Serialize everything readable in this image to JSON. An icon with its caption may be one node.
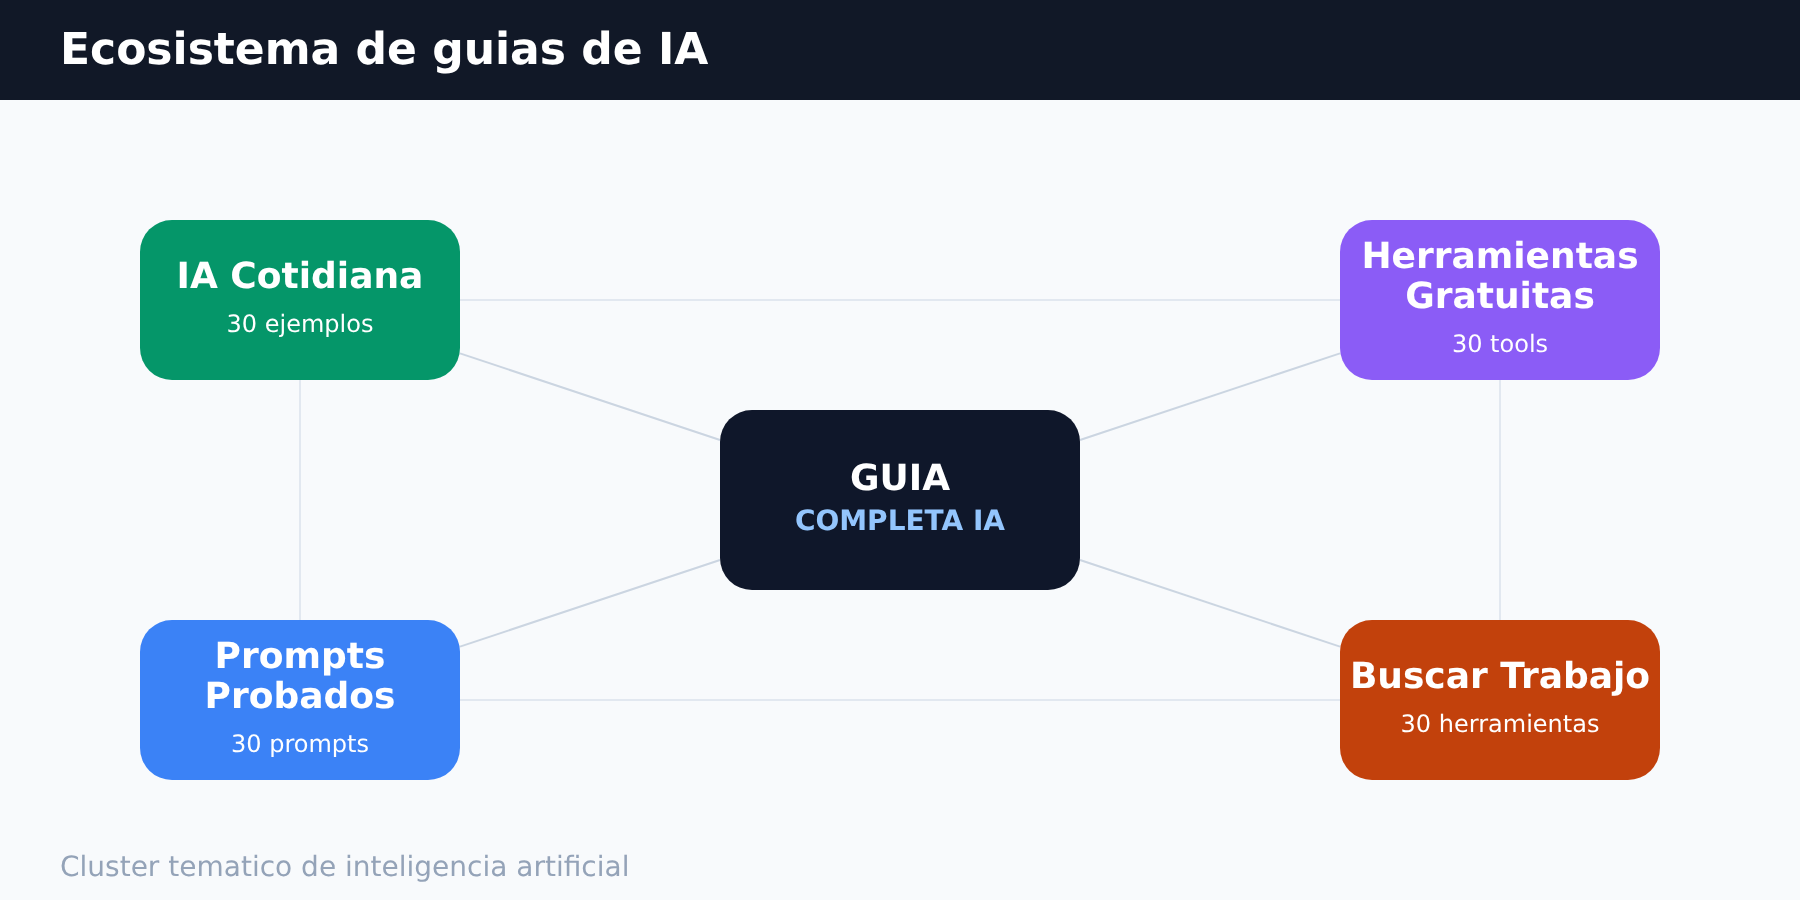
{
  "diagram": {
    "title": "Ecosistema de guias de IA",
    "nodes": [
      {
        "text": [
          "IA Cotidiana",
          "30 ejemplos"
        ]
      },
      {
        "text": [
          "Herramientas Gratuitas",
          "30 tools"
        ]
      },
      {
        "text": [
          "GUIA",
          "COMPLETA IA"
        ]
      },
      {
        "text": [
          "Prompts Probados",
          "30 prompts"
        ]
      },
      {
        "text": [
          "Buscar Trabajo",
          "30 herramientas"
        ]
      }
    ],
    "edges": [
      {
        "from": 2,
        "to": 0,
        "arrow": "none"
      },
      {
        "from": 2,
        "to": 1,
        "arrow": "none"
      },
      {
        "from": 2,
        "to": 3,
        "arrow": "none"
      },
      {
        "from": 2,
        "to": 4,
        "arrow": "none"
      },
      {
        "from": 0,
        "to": 1,
        "arrow": "none",
        "color": "#e2e8f0"
      },
      {
        "from": 1,
        "to": 4,
        "arrow": "none",
        "color": "#e2e8f0"
      },
      {
        "from": 3,
        "to": 4,
        "arrow": "none",
        "color": "#e2e8f0"
      },
      {
        "from": 0,
        "to": 3,
        "arrow": "none",
        "color": "#e2e8f0"
      }
    ],
    "labels": [
      "Cluster tematico de inteligencia artificial"
    ]
  }
}
